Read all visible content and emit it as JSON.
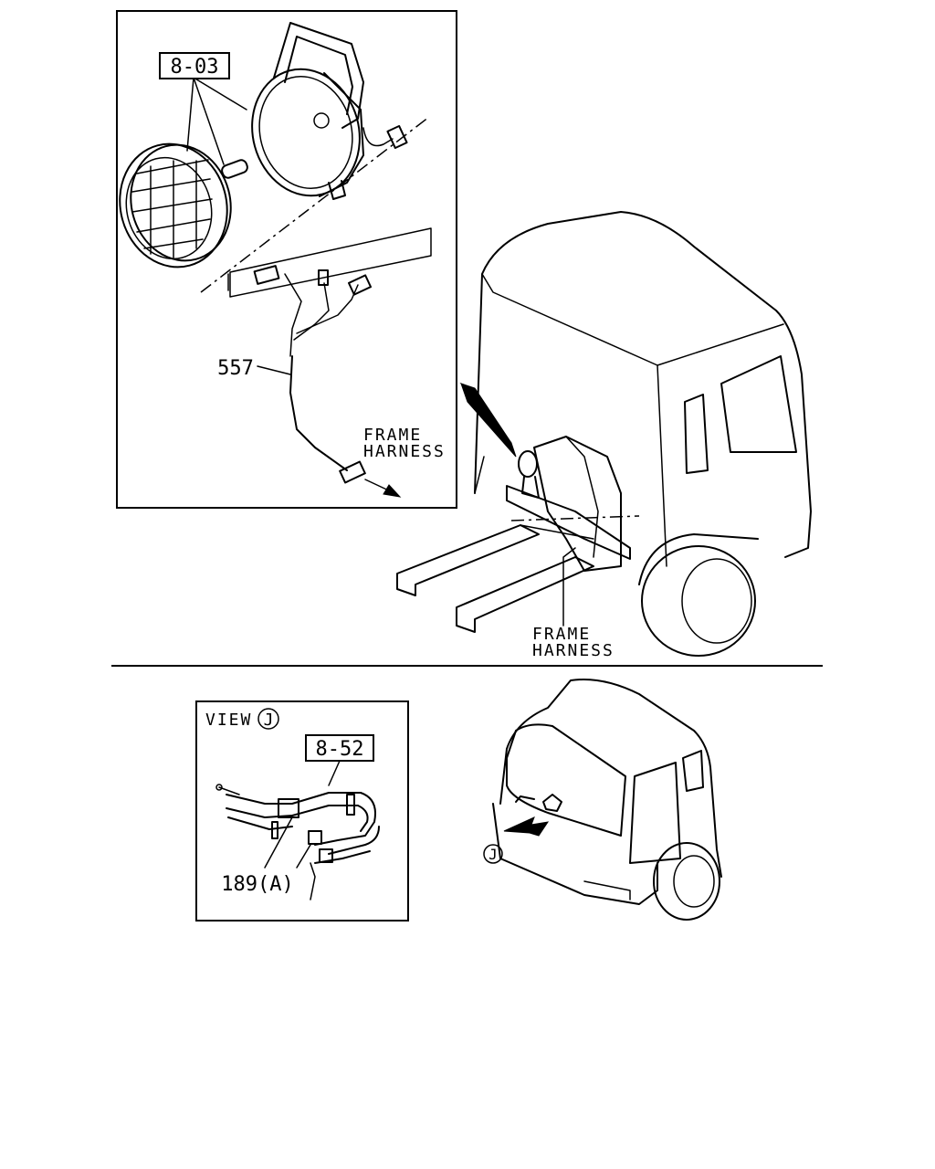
{
  "labels": {
    "lamp_ref": "8-03",
    "harness_ref": "557",
    "frame_harness_line1": "FRAME",
    "frame_harness_line2": "HARNESS",
    "view_title": "VIEW",
    "view_marker": "J",
    "pipe_ref": "8-52",
    "clip_ref": "189(A)"
  }
}
